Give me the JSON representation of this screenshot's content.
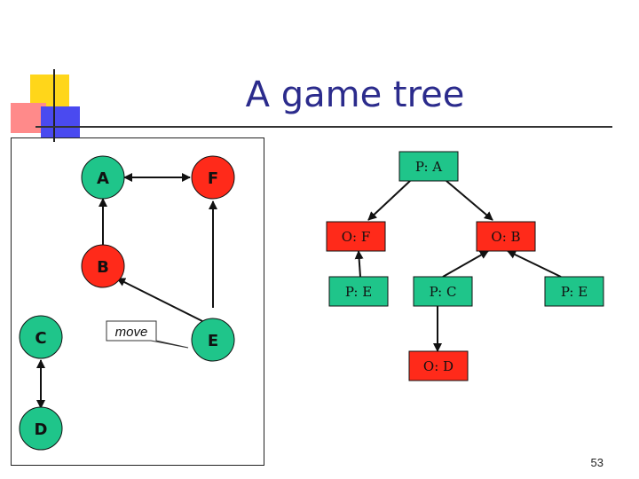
{
  "slide": {
    "title": "A game tree",
    "page_number": "53"
  },
  "left_graph": {
    "nodes": [
      {
        "id": "A",
        "label": "A"
      },
      {
        "id": "F",
        "label": "F"
      },
      {
        "id": "B",
        "label": "B"
      },
      {
        "id": "C",
        "label": "C"
      },
      {
        "id": "E",
        "label": "E"
      },
      {
        "id": "D",
        "label": "D"
      }
    ],
    "callout": "move"
  },
  "tree": {
    "nodes": [
      {
        "id": "pa",
        "label": "P: A"
      },
      {
        "id": "of",
        "label": "O: F"
      },
      {
        "id": "ob",
        "label": "O: B"
      },
      {
        "id": "pe1",
        "label": "P: E"
      },
      {
        "id": "pc",
        "label": "P: C"
      },
      {
        "id": "pe2",
        "label": "P: E"
      },
      {
        "id": "od",
        "label": "O: D"
      }
    ]
  },
  "colors": {
    "node_fill": "#1fc58a",
    "opponent_fill": "#ff2a1a",
    "title": "#2b2b8c"
  }
}
